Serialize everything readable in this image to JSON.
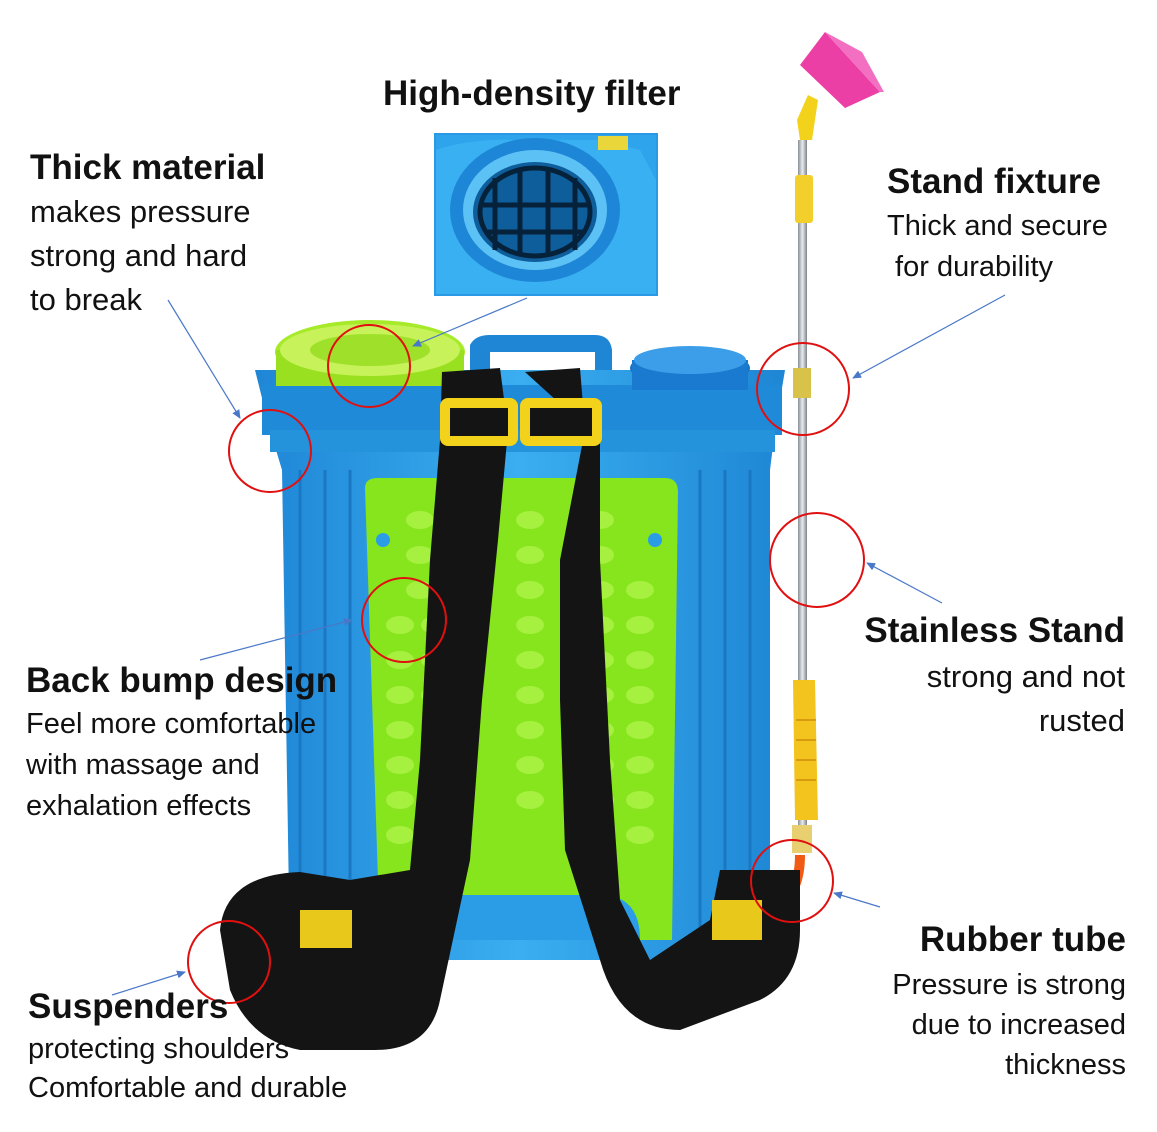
{
  "annotations": {
    "filter": {
      "title": "High-density filter"
    },
    "thick_material": {
      "title": "Thick material",
      "lines": [
        "makes pressure",
        "strong and hard",
        "to break"
      ]
    },
    "stand_fixture": {
      "title": "Stand fixture",
      "lines": [
        "Thick and secure",
        " for durability"
      ]
    },
    "stainless_stand": {
      "title": "Stainless Stand",
      "lines": [
        "strong and not",
        "rusted"
      ]
    },
    "back_bump": {
      "title": "Back bump design",
      "lines": [
        "Feel more comfortable",
        "with massage and",
        "exhalation effects"
      ]
    },
    "rubber_tube": {
      "title": "Rubber tube",
      "lines": [
        "Pressure is strong",
        "due to increased",
        "thickness"
      ]
    },
    "suspenders": {
      "title": "Suspenders",
      "lines": [
        "protecting shoulders",
        "Comfortable and durable"
      ]
    }
  },
  "colors": {
    "tank_blue": "#2a9de6",
    "back_panel_green": "#86e51c",
    "strap_black": "#141414",
    "buckle_yellow": "#f2d21a",
    "nozzle_pink": "#ec3fa6",
    "highlight_red": "#e01010",
    "arrow_blue": "#4a78c8"
  }
}
